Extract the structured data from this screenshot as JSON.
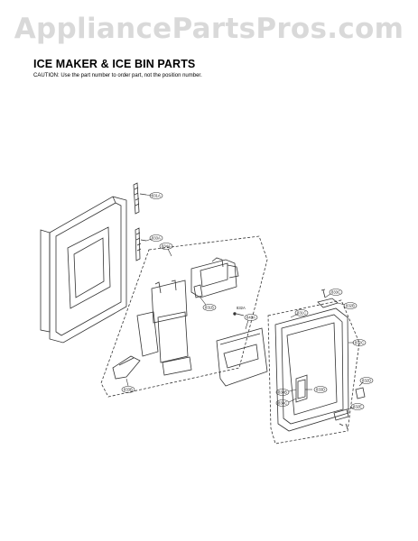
{
  "watermark": "AppliancePartsPros.com",
  "header": {
    "title": "ICE MAKER & ICE BIN PARTS",
    "caution": "CAUTION: Use the part number to order part, not the position number."
  },
  "callouts": [
    "831A",
    "833A",
    "834A",
    "831B",
    "841A",
    "832A",
    "833B",
    "833C",
    "832B",
    "831C",
    "832C",
    "832D",
    "832E",
    "833D",
    "834B",
    "834C"
  ],
  "colors": {
    "line": "#333333",
    "watermark": "#d9d9d9"
  }
}
